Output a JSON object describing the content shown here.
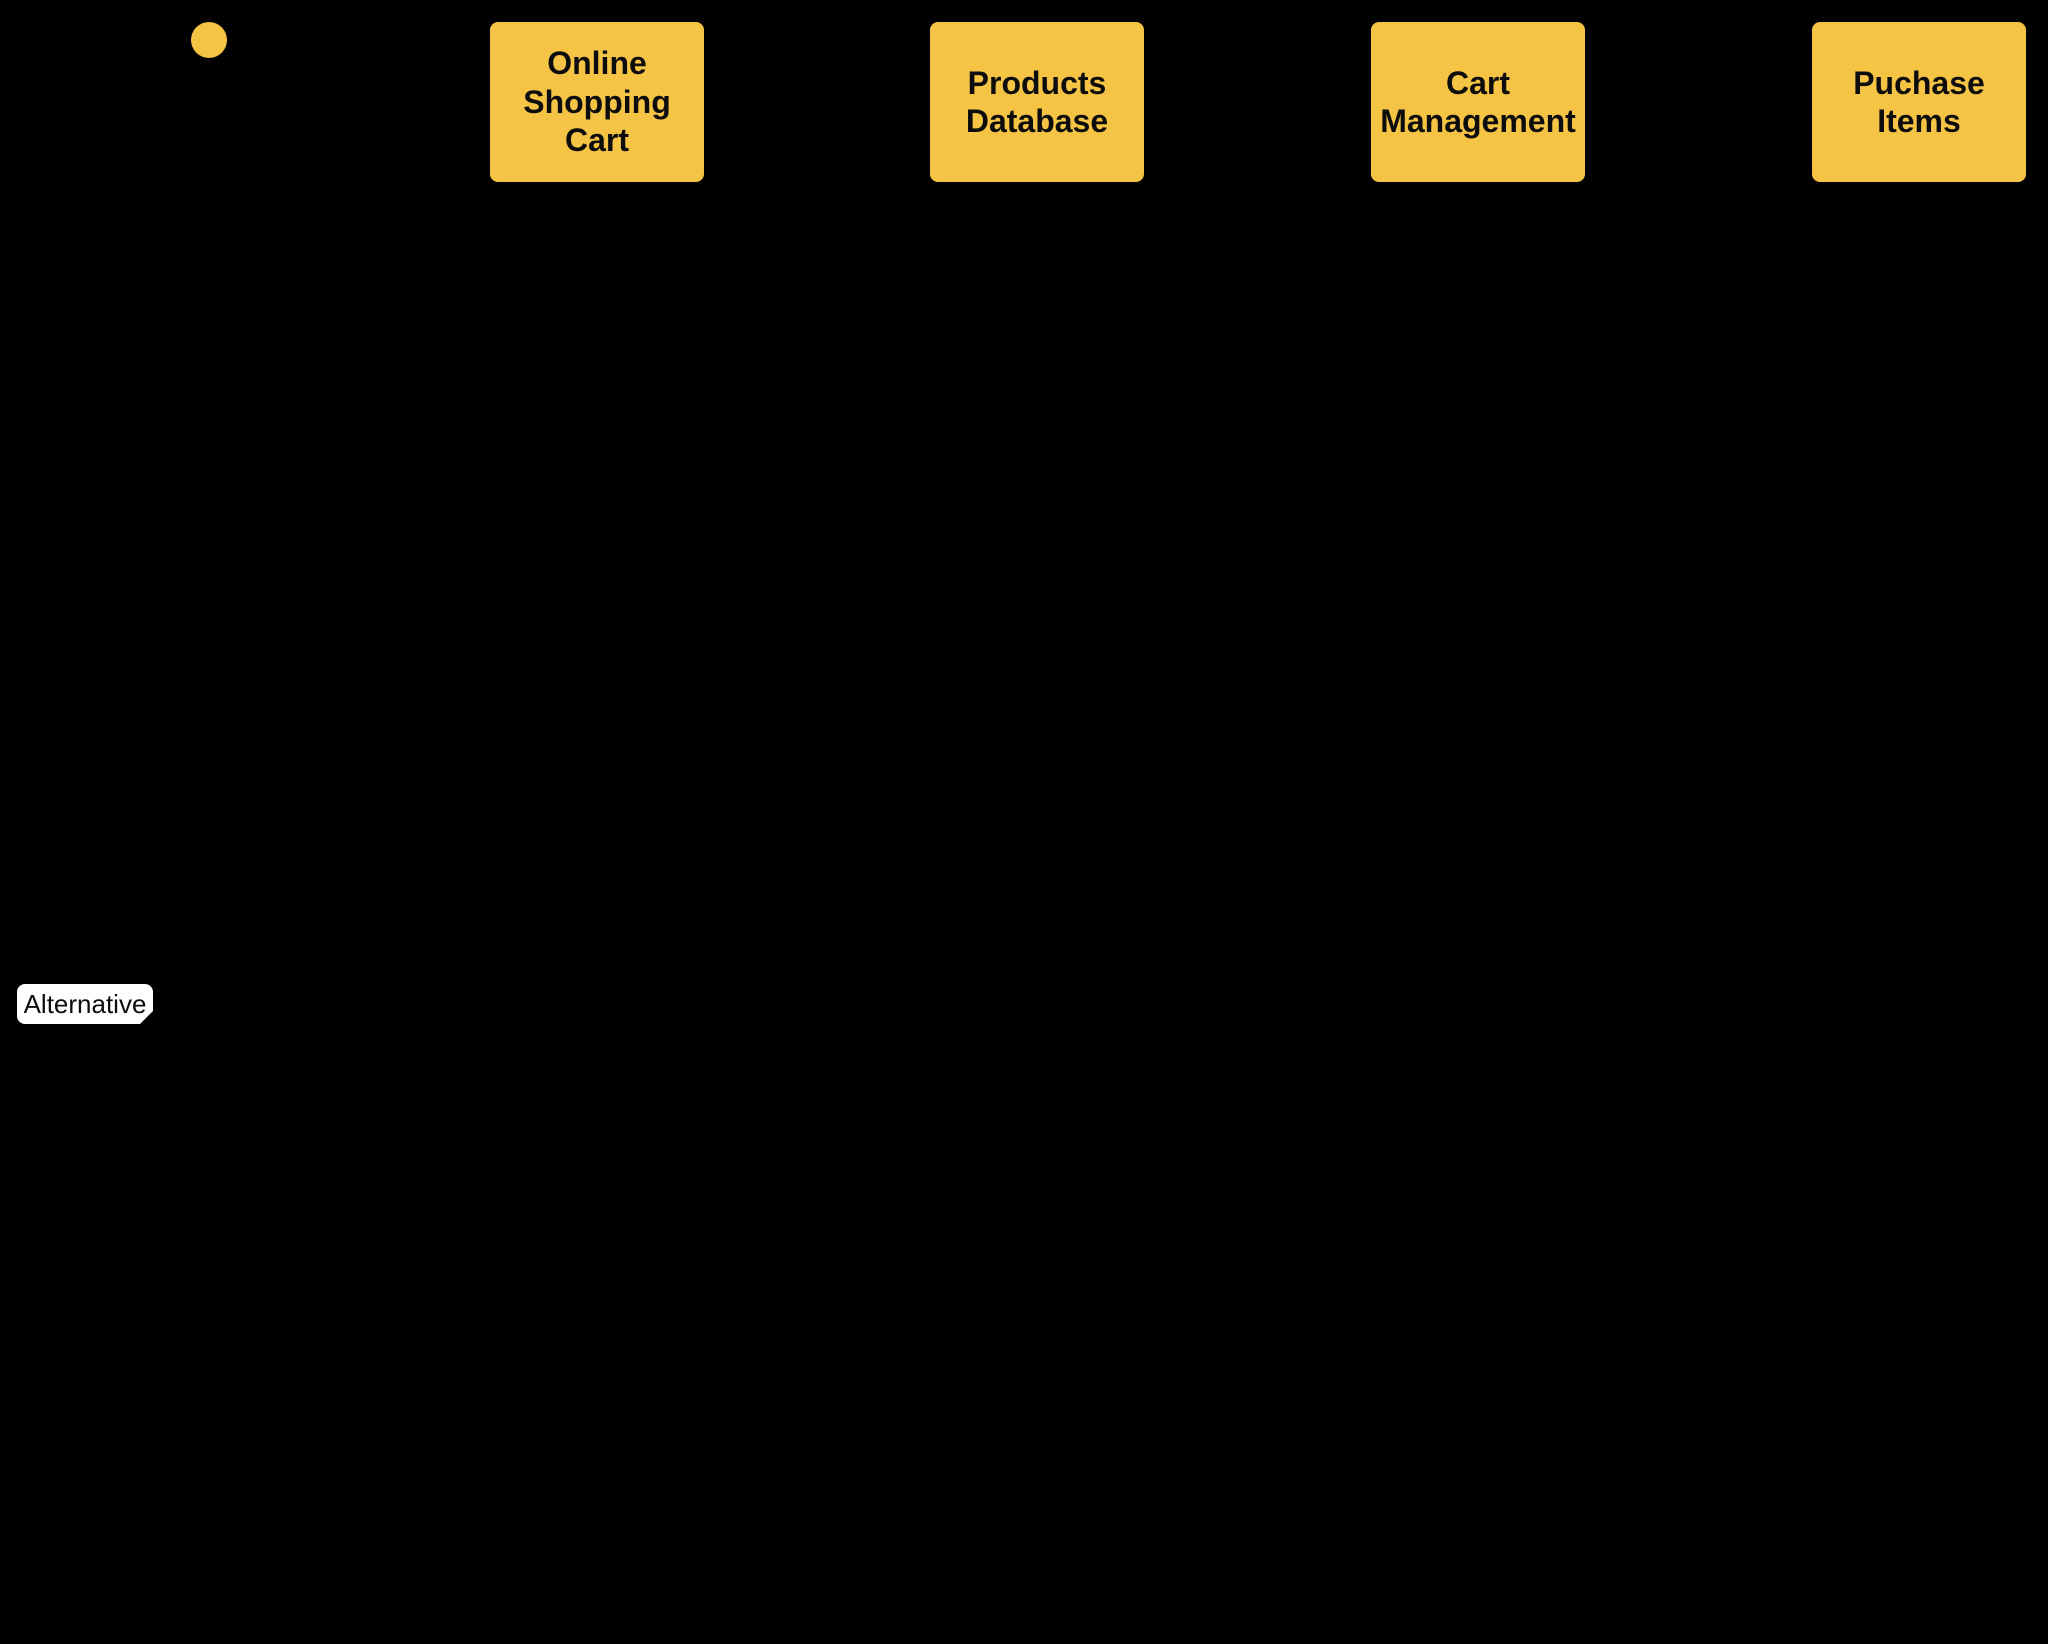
{
  "diagram": {
    "colors": {
      "background": "#000000",
      "shape_fill": "#F6C445",
      "shape_text": "#0D0D0D",
      "fragment_fill": "#FFFFFF",
      "fragment_text": "#0D0D0D"
    },
    "start_marker": {
      "shape": "circle",
      "color": "#F6C445"
    },
    "participants": [
      {
        "label": "Online Shopping Cart"
      },
      {
        "label": "Products Database"
      },
      {
        "label": "Cart Management"
      },
      {
        "label": "Puchase Items"
      }
    ],
    "fragment": {
      "label": "Alternative"
    }
  }
}
